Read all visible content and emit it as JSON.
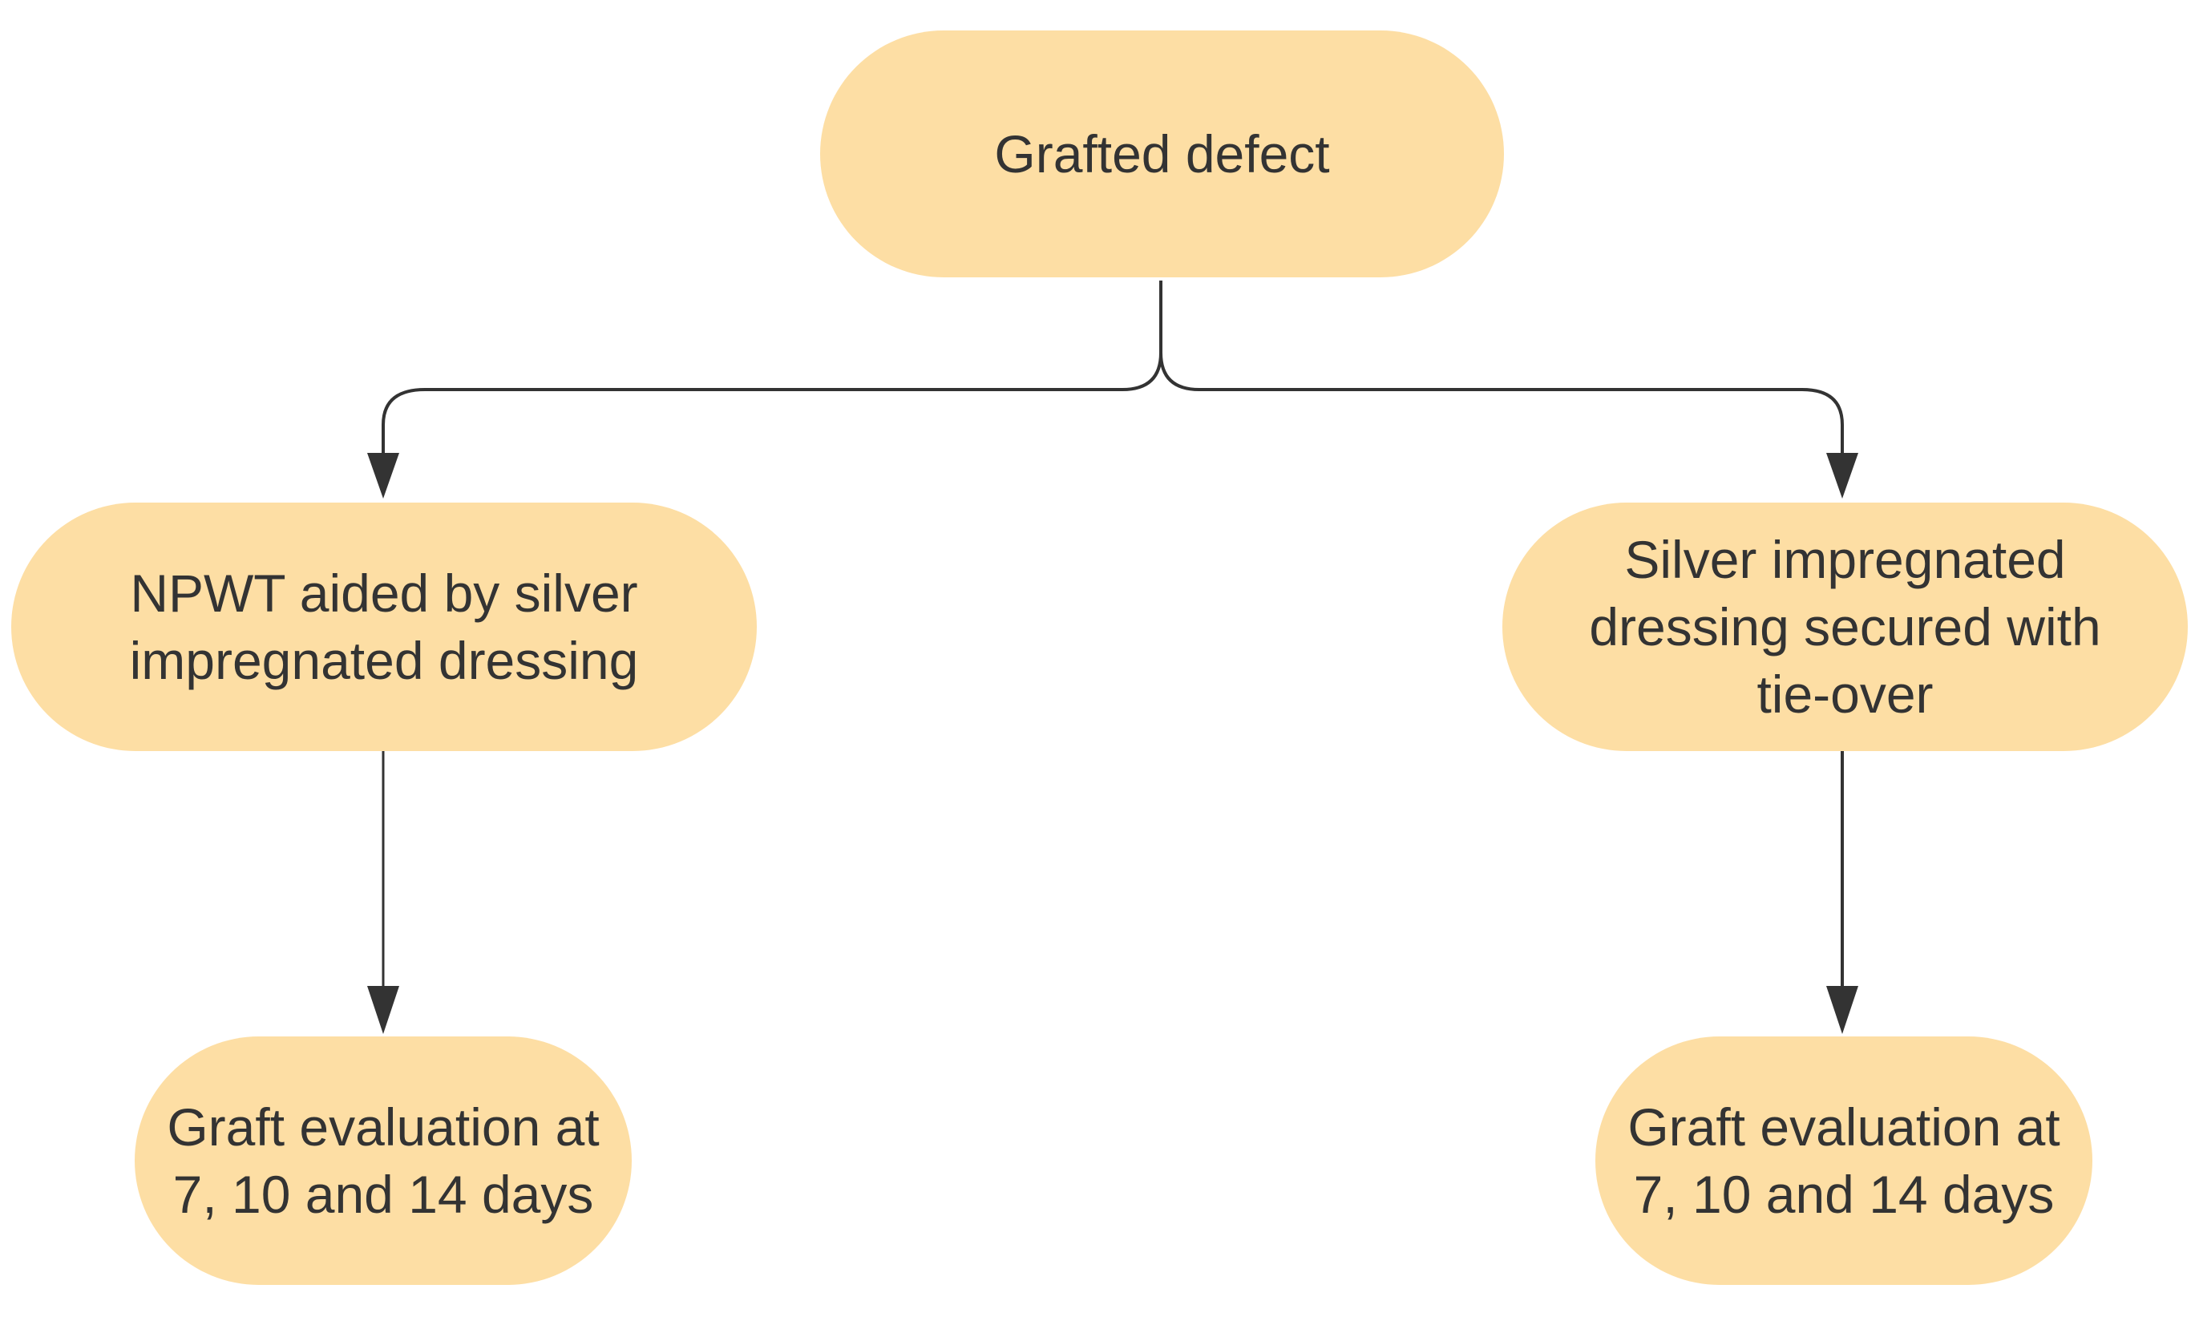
{
  "colors": {
    "node_fill": "#FDDEA4",
    "node_text": "#333333",
    "connector": "#333333",
    "background": "#FFFFFF"
  },
  "nodes": {
    "root": {
      "label": "Grafted defect"
    },
    "left_branch": {
      "label": "NPWT aided by silver impregnated dressing"
    },
    "right_branch": {
      "label": "Silver impregnated dressing secured with tie-over"
    },
    "left_outcome": {
      "label": "Graft evaluation at 7, 10 and 14 days"
    },
    "right_outcome": {
      "label": "Graft evaluation at 7, 10 and 14 days"
    }
  },
  "edges": [
    {
      "from": "root",
      "to": "left_branch"
    },
    {
      "from": "root",
      "to": "right_branch"
    },
    {
      "from": "left_branch",
      "to": "left_outcome"
    },
    {
      "from": "right_branch",
      "to": "right_outcome"
    }
  ]
}
